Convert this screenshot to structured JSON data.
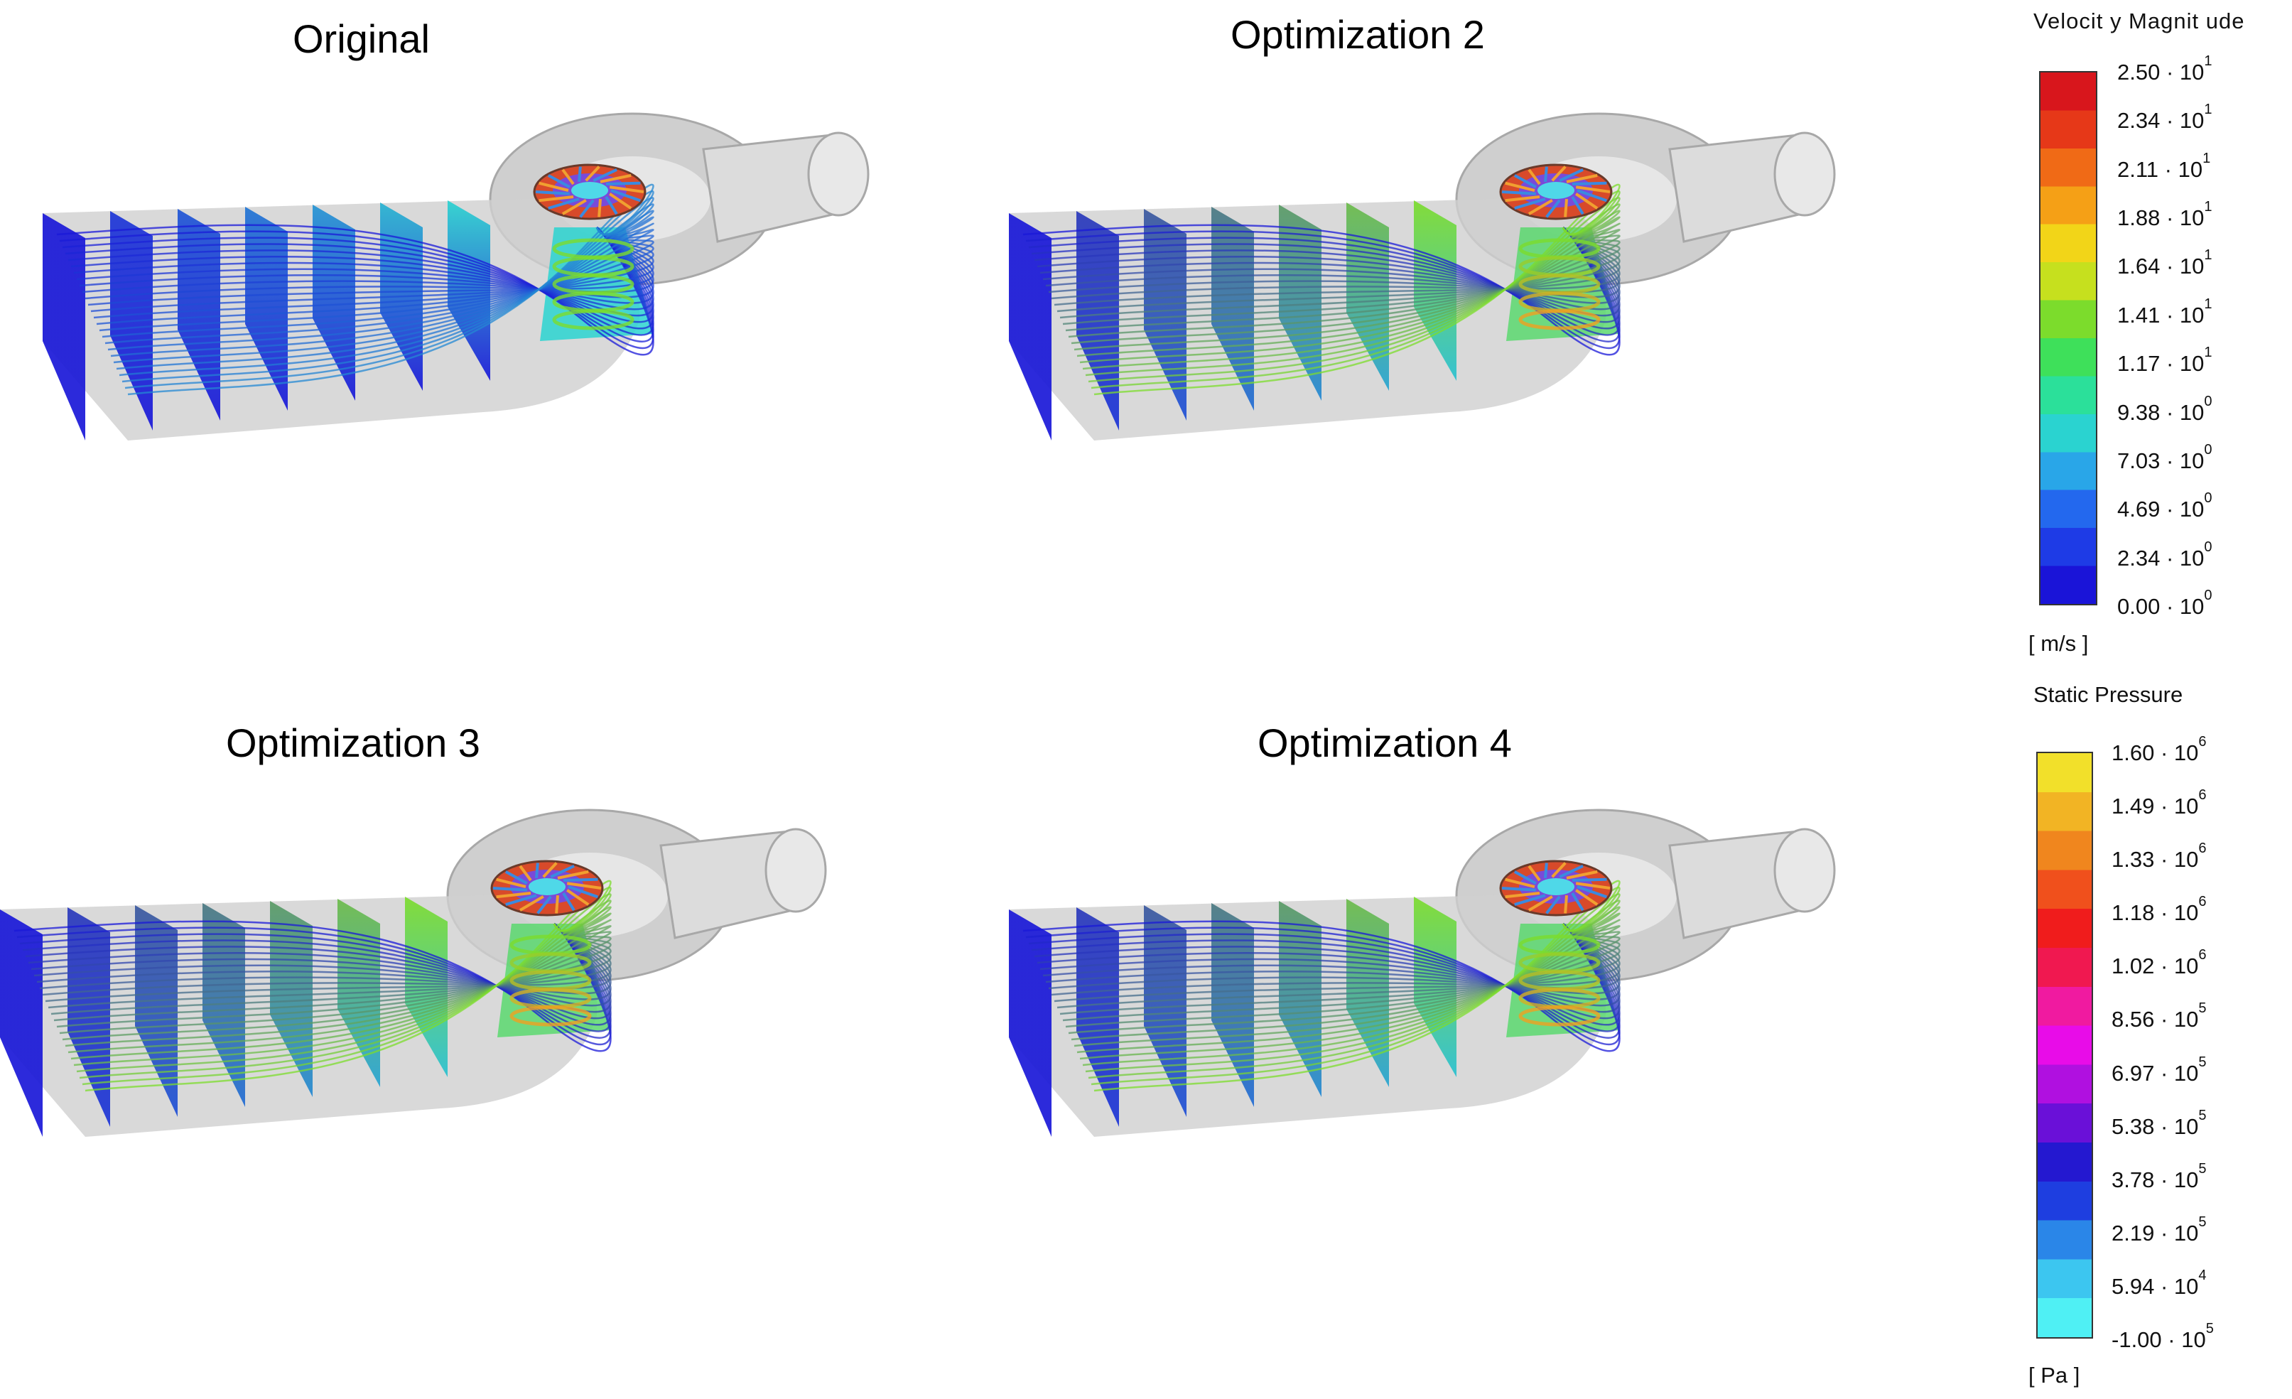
{
  "panels": [
    {
      "title": "Original"
    },
    {
      "title": "Optimization 2"
    },
    {
      "title": "Optimization 3"
    },
    {
      "title": "Optimization 4"
    }
  ],
  "legends": [
    {
      "title": "Velocit y Magnit ude",
      "unit": "[ m/s ]",
      "colors": [
        "#1a14d8",
        "#1e3be6",
        "#2368ee",
        "#29a6e8",
        "#2ad3d0",
        "#2be09a",
        "#3ee05a",
        "#7cdc2c",
        "#c6e01e",
        "#f2d518",
        "#f5a016",
        "#f06a16",
        "#e63818",
        "#d8161c"
      ],
      "ticks": [
        {
          "mantissa": "2.50 · 10",
          "exp": "1"
        },
        {
          "mantissa": "2.34 · 10",
          "exp": "1"
        },
        {
          "mantissa": "2.11 · 10",
          "exp": "1"
        },
        {
          "mantissa": "1.88 · 10",
          "exp": "1"
        },
        {
          "mantissa": "1.64 · 10",
          "exp": "1"
        },
        {
          "mantissa": "1.41 · 10",
          "exp": "1"
        },
        {
          "mantissa": "1.17 · 10",
          "exp": "1"
        },
        {
          "mantissa": "9.38 · 10",
          "exp": "0"
        },
        {
          "mantissa": "7.03 · 10",
          "exp": "0"
        },
        {
          "mantissa": "4.69 · 10",
          "exp": "0"
        },
        {
          "mantissa": "2.34 · 10",
          "exp": "0"
        },
        {
          "mantissa": "0.00 · 10",
          "exp": "0"
        }
      ]
    },
    {
      "title": "Static Pressure",
      "unit": "[ Pa ]",
      "colors": [
        "#4ff0f4",
        "#3cc6f0",
        "#2a86e8",
        "#1e3ee0",
        "#2418d0",
        "#6a10d8",
        "#b010e0",
        "#e80ce8",
        "#f01aa0",
        "#f01850",
        "#f01c1c",
        "#f0501c",
        "#f0861e",
        "#f2b424",
        "#f2e02a"
      ],
      "ticks": [
        {
          "mantissa": "1.60 · 10",
          "exp": "6"
        },
        {
          "mantissa": "1.49 · 10",
          "exp": "6"
        },
        {
          "mantissa": "1.33 · 10",
          "exp": "6"
        },
        {
          "mantissa": "1.18 · 10",
          "exp": "6"
        },
        {
          "mantissa": "1.02 · 10",
          "exp": "6"
        },
        {
          "mantissa": "8.56 · 10",
          "exp": "5"
        },
        {
          "mantissa": "6.97 · 10",
          "exp": "5"
        },
        {
          "mantissa": "5.38 · 10",
          "exp": "5"
        },
        {
          "mantissa": "3.78 · 10",
          "exp": "5"
        },
        {
          "mantissa": "2.19 · 10",
          "exp": "5"
        },
        {
          "mantissa": "5.94 · 10",
          "exp": "4"
        },
        {
          "mantissa": "-1.00 · 10",
          "exp": "5"
        }
      ]
    }
  ],
  "colors": {
    "background": "#ffffff",
    "casing": "#cfcfcf",
    "casing_dark": "#a8a8a8",
    "slow": "#1a18d8",
    "mid": "#2ad3d0",
    "fast": "#7cdc2c",
    "hot": "#f0a020",
    "runner": "#d84a2a"
  }
}
